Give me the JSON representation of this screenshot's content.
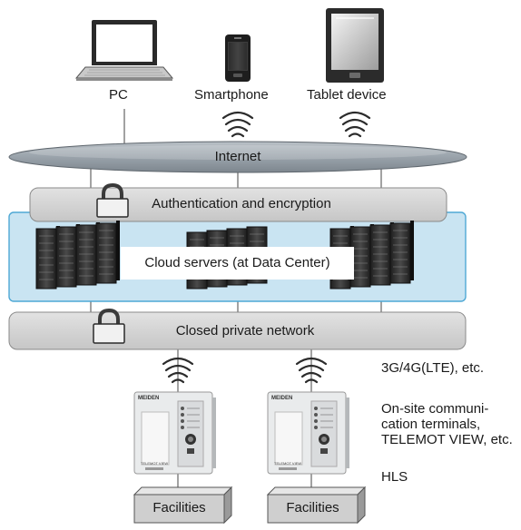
{
  "devices": {
    "pc_label": "PC",
    "smartphone_label": "Smartphone",
    "tablet_label": "Tablet device"
  },
  "network": {
    "internet_label": "Internet",
    "auth_label": "Authentication and encryption",
    "cloud_label": "Cloud servers (at Data Center)",
    "private_label": "Closed private network"
  },
  "terminals": {
    "brand_text": "MEIDEN",
    "model_text": "TELEMOT VIEW"
  },
  "facilities": {
    "left_label": "Facilities",
    "right_label": "Facilities"
  },
  "side_notes": {
    "line1": "3G/4G(LTE), etc.",
    "line2": "On-site communi-",
    "line3": "cation terminals,",
    "line4": "TELEMOT VIEW, etc.",
    "line5": "HLS"
  },
  "icons": [
    "laptop-icon",
    "smartphone-icon",
    "tablet-icon",
    "wifi-icon",
    "lock-icon",
    "server-rack-icon",
    "terminal-device-icon"
  ],
  "colors": {
    "internet_fill": "#9aa3ab",
    "band_fill": "#d4d4d4",
    "cloud_fill": "#c9e4f2",
    "cloud_border": "#4fa8d5",
    "server_dark": "#2b2b2b"
  }
}
